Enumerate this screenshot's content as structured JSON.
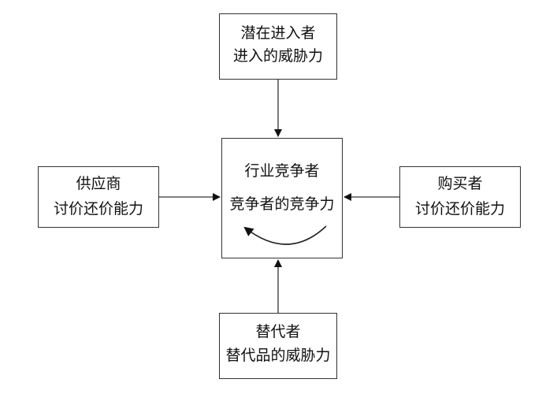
{
  "nodes": {
    "potential_entrants": {
      "title": "潜在进入者",
      "force": "进入的威胁力"
    },
    "industry_competitors": {
      "title": "行业竞争者",
      "force": "竞争者的竞争力"
    },
    "suppliers": {
      "title": "供应商",
      "force": "讨价还价能力"
    },
    "buyers": {
      "title": "购买者",
      "force": "讨价还价能力"
    },
    "substitutes": {
      "title": "替代者",
      "force": "替代品的威胁力"
    }
  },
  "edges": [
    {
      "from": "potential_entrants",
      "to": "industry_competitors"
    },
    {
      "from": "suppliers",
      "to": "industry_competitors"
    },
    {
      "from": "buyers",
      "to": "industry_competitors"
    },
    {
      "from": "substitutes",
      "to": "industry_competitors"
    }
  ],
  "colors": {
    "stroke": "#333333",
    "text": "#111111",
    "background": "#ffffff"
  }
}
